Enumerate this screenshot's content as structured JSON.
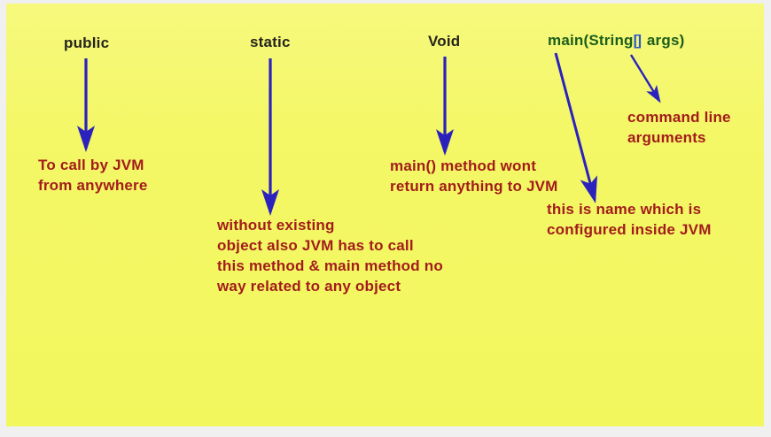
{
  "slide": {
    "keywords": {
      "public": "public",
      "static": "static",
      "void": "Void",
      "main_pre": "main(String",
      "main_brackets": "[]",
      "main_post": " args)"
    },
    "annotations": {
      "public_desc": "To call by JVM\nfrom anywhere",
      "static_desc": "without existing\nobject also JVM has to call\nthis method & main method no\nway related to any object",
      "void_desc": "main() method wont\nreturn anything to JVM",
      "args_desc": "command line\narguments",
      "name_desc": "this is name which is\nconfigured inside JVM"
    },
    "arrows": [
      {
        "from": "public",
        "to": "To call by JVM from anywhere"
      },
      {
        "from": "static",
        "to": "without existing object also JVM has to call this method & main method no way related to any object"
      },
      {
        "from": "Void",
        "to": "main() method wont return anything to JVM"
      },
      {
        "from": "main",
        "to": "this is name which is configured inside JVM"
      },
      {
        "from": "String[] args",
        "to": "command line arguments"
      }
    ]
  },
  "colors": {
    "page_background": "#eff0ef",
    "slide_background": "#f4f766",
    "keyword_text": "#25241b",
    "annotation_text": "#a31c1c",
    "main_signature_text": "#1c5e1c",
    "arrow": "#2b22bd",
    "brackets": "#2e59c8"
  }
}
